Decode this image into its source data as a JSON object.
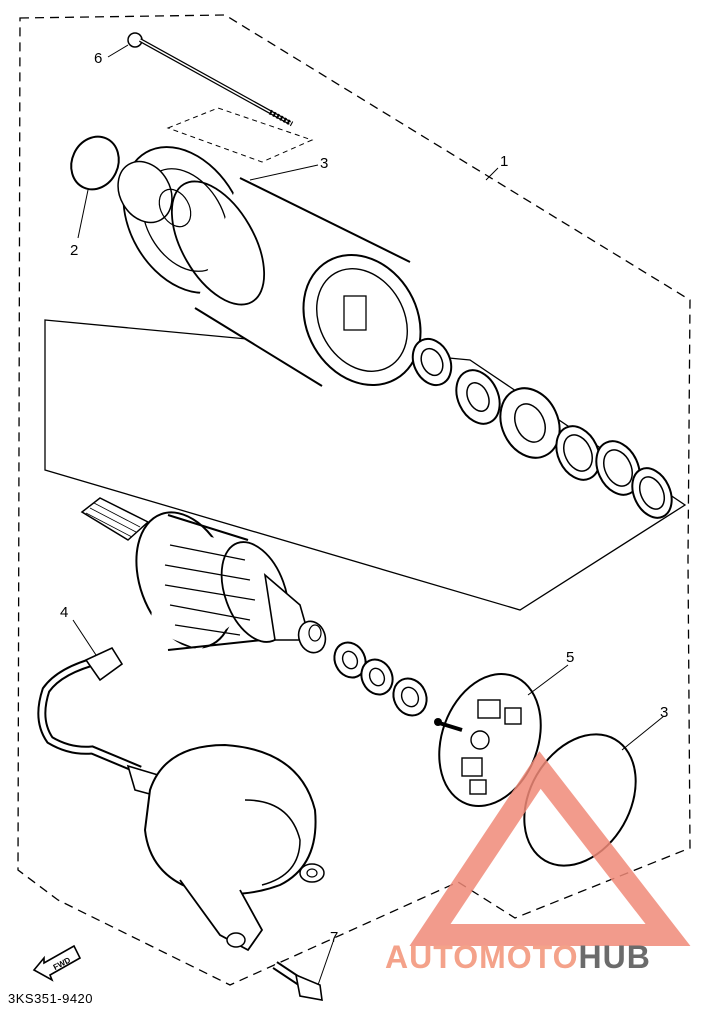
{
  "callouts": {
    "c1": "1",
    "c2": "2",
    "c3a": "3",
    "c3b": "3",
    "c4": "4",
    "c5": "5",
    "c6": "6",
    "c7": "7"
  },
  "fwd_label": "FWD",
  "part_code": "3KS351-9420",
  "watermark": {
    "auto": "AUTO",
    "moto": "MOTO",
    "hub": "HUB",
    "triangle_color": "#f08a78",
    "hub_color": "#6b6b6b"
  }
}
